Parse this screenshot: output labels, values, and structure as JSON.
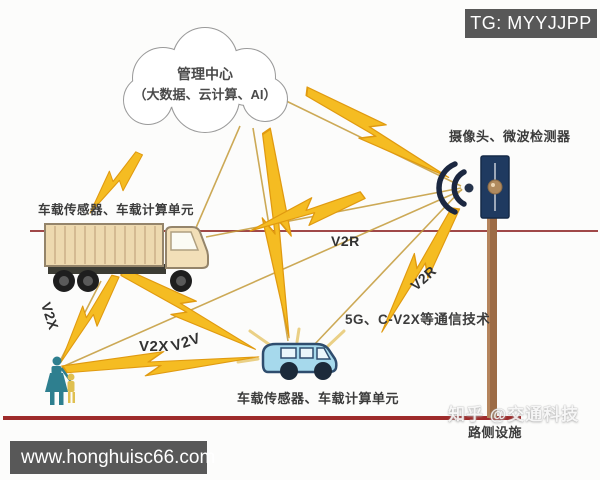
{
  "badges": {
    "telegram": "TG: MYYJJPP",
    "website": "www.honghuisc66.com"
  },
  "cloud": {
    "title": "管理中心",
    "subtitle": "（大数据、云计算、AI）"
  },
  "labels": {
    "truck_unit": "车载传感器、车载计算单元",
    "van_unit": "车载传感器、车载计算单元",
    "camera": "摄像头、微波检测器",
    "roadside": "路侧设施",
    "comm_tech": "5G、C-V2X等通信技术",
    "v2x_left": "V2X",
    "v2x_bottom": "V2X",
    "v2v": "V2V",
    "v2r_middle": "V2R",
    "v2r_right": "V2R"
  },
  "watermark": "知乎 @交通科技",
  "colors": {
    "bolt_fill": "#F5BC22",
    "bolt_edge": "#E09A10",
    "link_line": "#C49B3A",
    "road_line": "#A04040",
    "truck_body": "#EDD9AF",
    "van_body": "#A6D9EC",
    "camera_panel": "#1F3A60",
    "pole": "#9C6B45",
    "pedestrian_adult": "#2E7F8F",
    "pedestrian_child": "#E0C050",
    "badge_bg": "#585858"
  }
}
